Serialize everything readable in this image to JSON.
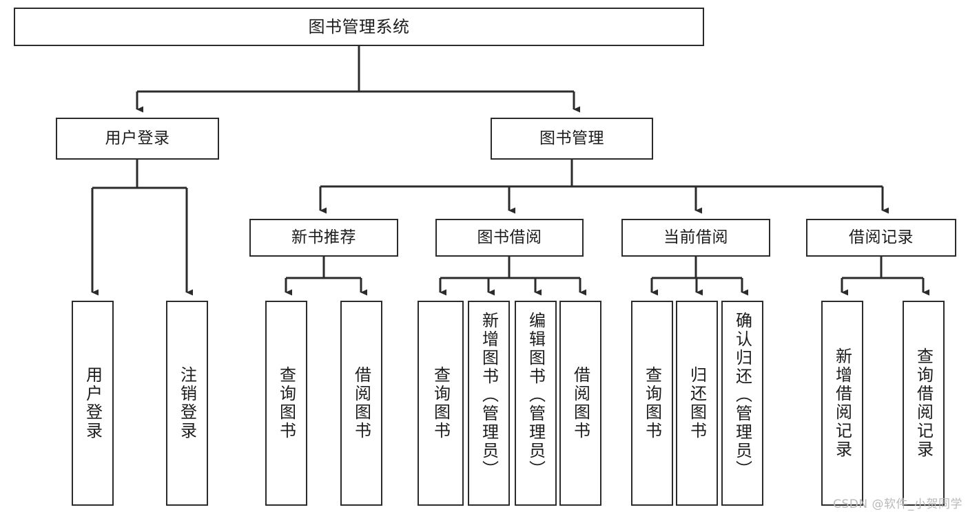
{
  "diagram": {
    "title": "图书管理系统",
    "type": "tree-hierarchy-diagram",
    "watermark": "CSDN @软件_小贺同学",
    "colors": {
      "stroke": "#2b2b2b",
      "fill": "#ffffff",
      "text": "#1c1c1c",
      "watermark": "#b9b9b9"
    },
    "levels": {
      "level1": [
        {
          "id": "root",
          "label": "图书管理系统"
        }
      ],
      "level2": [
        {
          "id": "user-login",
          "label": "用户登录"
        },
        {
          "id": "book-manage",
          "label": "图书管理"
        }
      ],
      "level3": [
        {
          "id": "new-book-recommend",
          "label": "新书推荐"
        },
        {
          "id": "book-borrow",
          "label": "图书借阅"
        },
        {
          "id": "current-borrow",
          "label": "当前借阅"
        },
        {
          "id": "borrow-record",
          "label": "借阅记录"
        }
      ],
      "level4": [
        {
          "id": "leaf-user-login",
          "label": "用户登录",
          "parent": "user-login"
        },
        {
          "id": "leaf-user-logout",
          "label": "注销登录",
          "parent": "user-login"
        },
        {
          "id": "leaf-query-book-1",
          "label": "查询图书",
          "parent": "new-book-recommend"
        },
        {
          "id": "leaf-borrow-book-1",
          "label": "借阅图书",
          "parent": "new-book-recommend"
        },
        {
          "id": "leaf-query-book-2",
          "label": "查询图书",
          "parent": "book-borrow"
        },
        {
          "id": "leaf-add-book",
          "label": "新增图书（管理员）",
          "parent": "book-borrow"
        },
        {
          "id": "leaf-edit-book",
          "label": "编辑图书（管理员）",
          "parent": "book-borrow"
        },
        {
          "id": "leaf-borrow-book-2",
          "label": "借阅图书",
          "parent": "book-borrow"
        },
        {
          "id": "leaf-query-book-3",
          "label": "查询图书",
          "parent": "current-borrow"
        },
        {
          "id": "leaf-return-book",
          "label": "归还图书",
          "parent": "current-borrow"
        },
        {
          "id": "leaf-confirm-return",
          "label": "确认归还（管理员）",
          "parent": "current-borrow"
        },
        {
          "id": "leaf-add-record",
          "label": "新增借阅记录",
          "parent": "borrow-record"
        },
        {
          "id": "leaf-query-record",
          "label": "查询借阅记录",
          "parent": "borrow-record"
        }
      ]
    }
  }
}
